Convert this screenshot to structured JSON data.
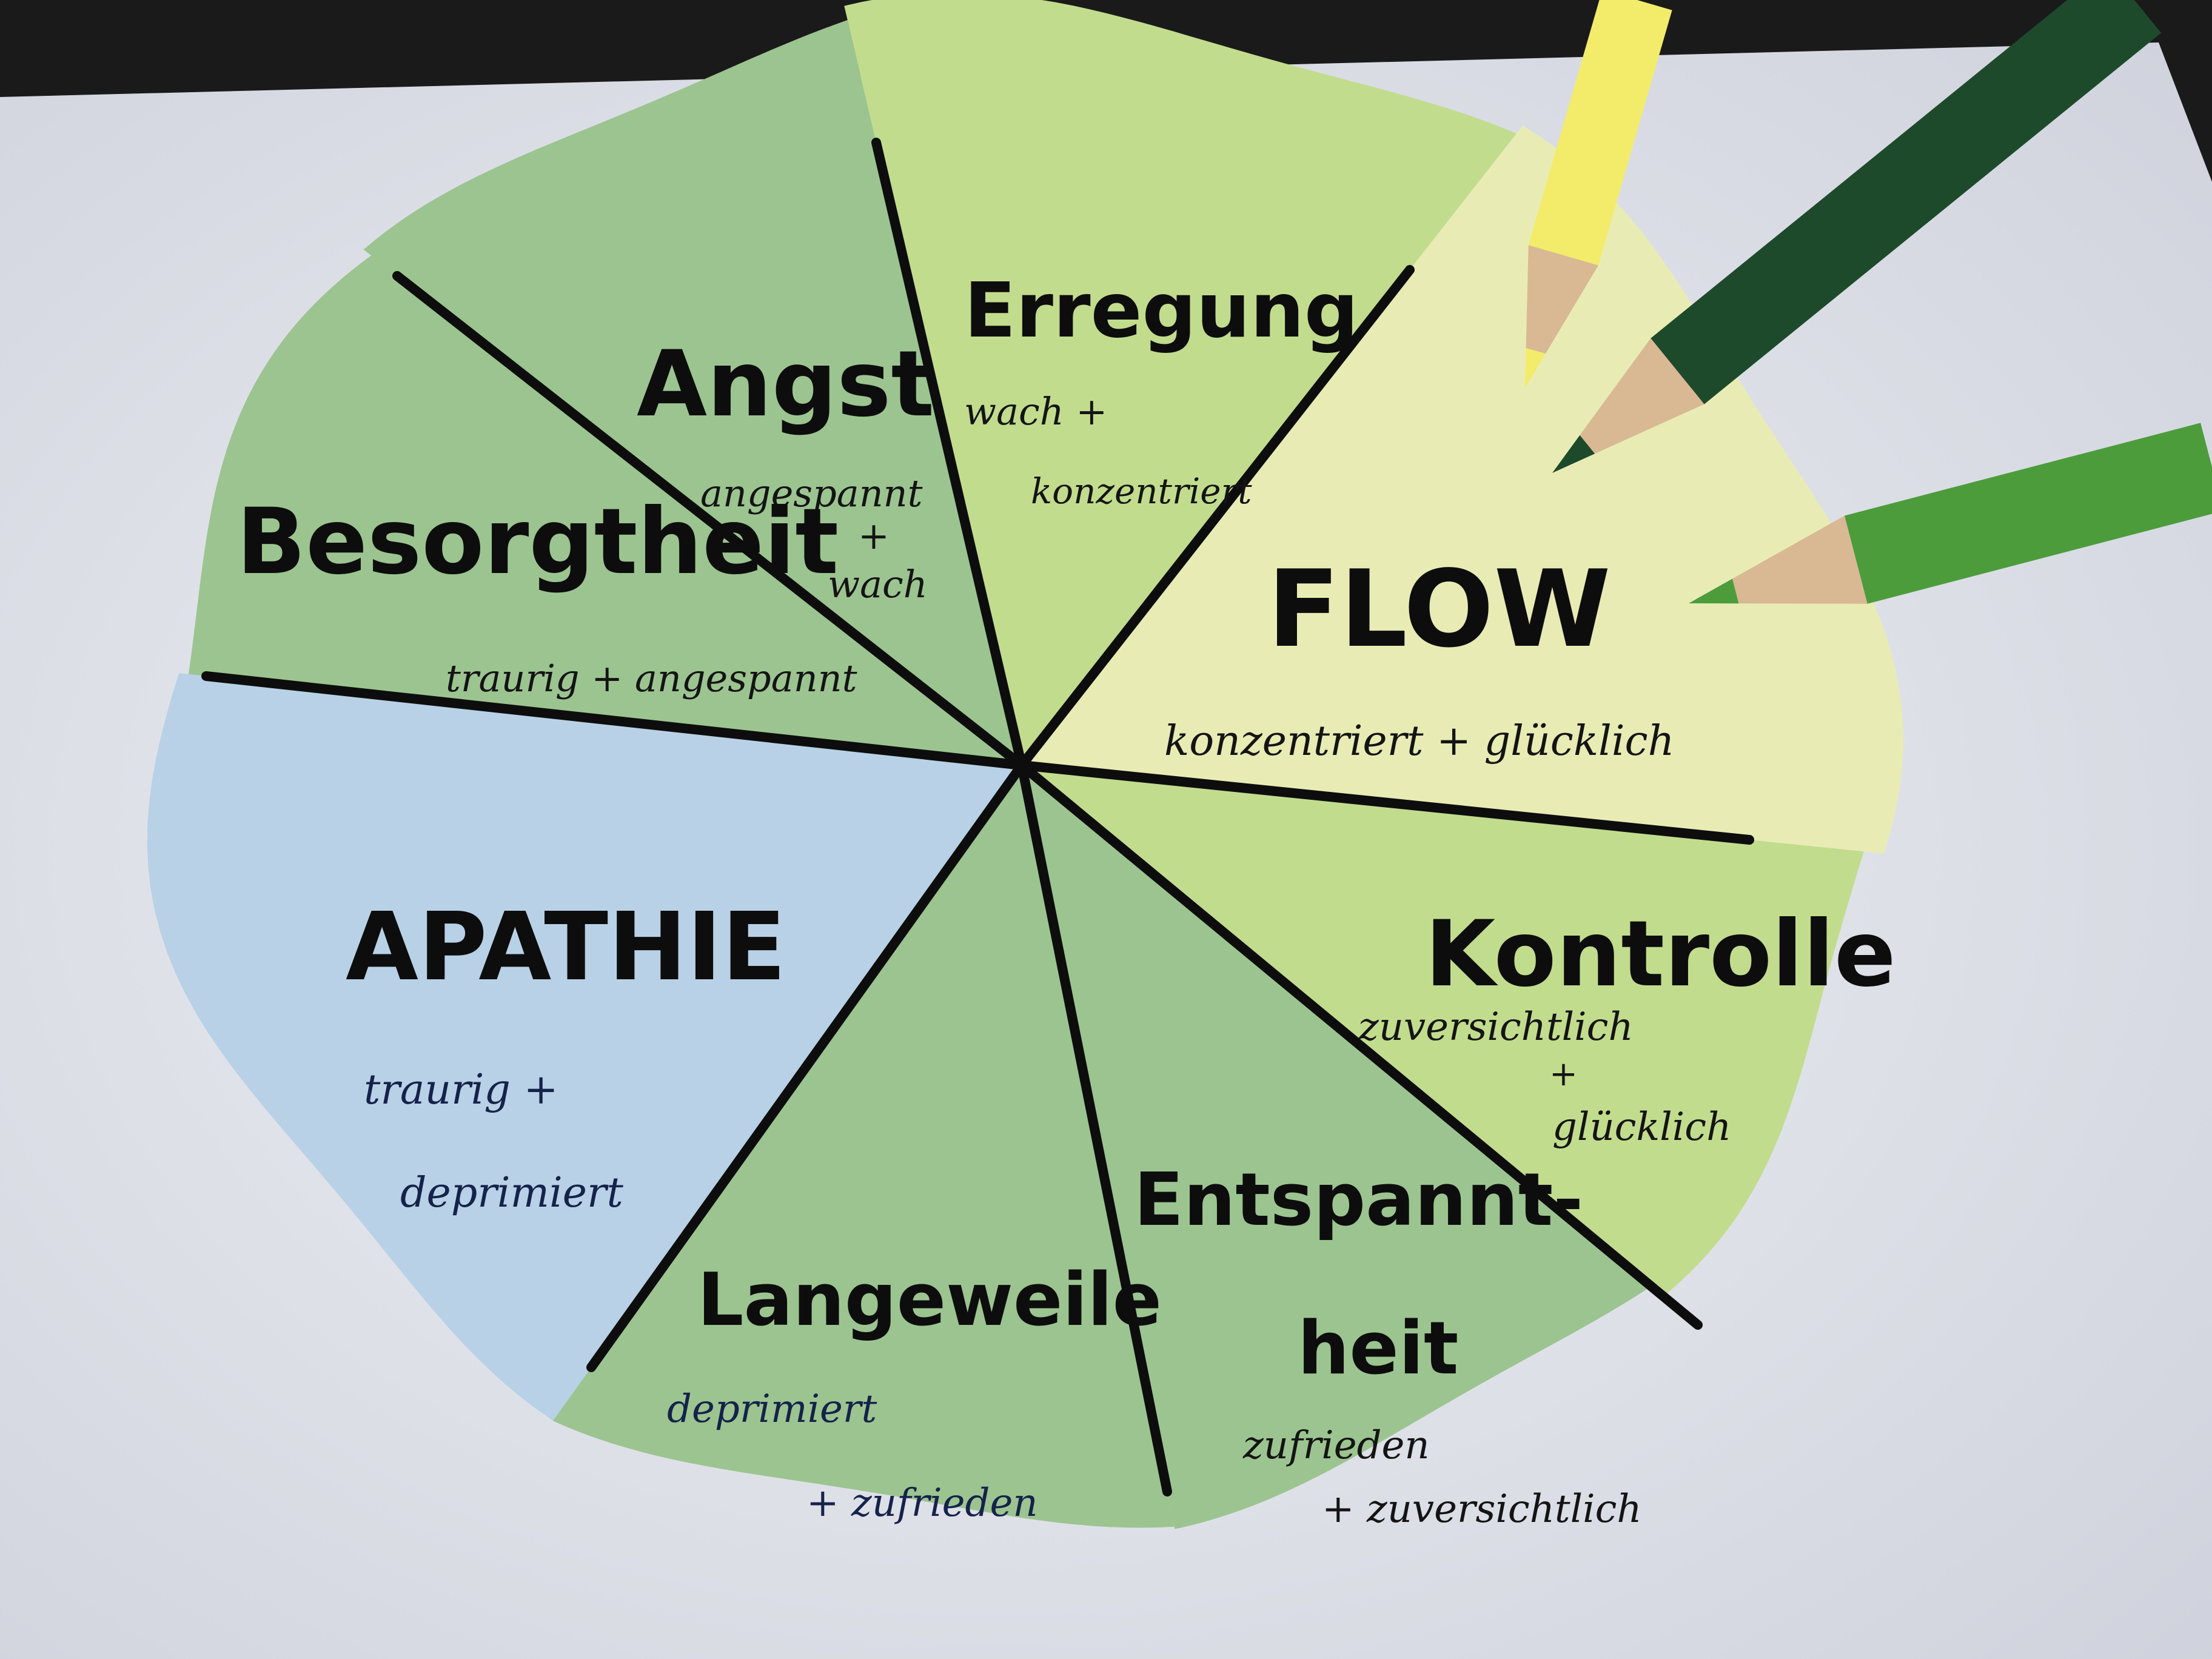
{
  "colors": {
    "table": "#1a1a1a",
    "paper": "#e9ebf2",
    "ink": "#0d0d0d",
    "ink_blue": "#15224a",
    "green_mid": "#9cc490",
    "green_light": "#c2dc8e",
    "yellow_light": "#e8ecb4",
    "blue_light": "#b8d1e6",
    "pencil_yellow": "#f2ec6a",
    "pencil_dark_green": "#1e4a2c",
    "pencil_green": "#4c9c3c",
    "pencil_wood": "#d9b894"
  },
  "segments": [
    {
      "label": "Angst",
      "subtitle_lines": [
        "angespannt",
        "+",
        "wach"
      ],
      "fill": "green_mid"
    },
    {
      "label": "Erregung",
      "subtitle_lines": [
        "wach +",
        "konzentriert"
      ],
      "fill": "green_light"
    },
    {
      "label": "FLOW",
      "subtitle_lines": [
        "konzentriert + glücklich"
      ],
      "fill": "yellow_light"
    },
    {
      "label": "Kontrolle",
      "subtitle_lines": [
        "zuversichtlich",
        "+",
        "glücklich"
      ],
      "fill": "green_light"
    },
    {
      "label": "Entspannt-",
      "label_line2": "heit",
      "subtitle_lines": [
        "zufrieden",
        "+ zuversichtlich"
      ],
      "fill": "green_mid"
    },
    {
      "label": "Langeweile",
      "subtitle_lines": [
        "deprimiert",
        "+ zufrieden"
      ],
      "fill": "green_mid"
    },
    {
      "label": "APATHIE",
      "subtitle_lines": [
        "traurig +",
        "deprimiert"
      ],
      "fill": "blue_light"
    },
    {
      "label": "Besorgtheit",
      "subtitle_lines": [
        "traurig + angespannt"
      ],
      "fill": "green_mid"
    }
  ],
  "pencils": [
    {
      "name": "yellow-pencil",
      "color": "pencil_yellow"
    },
    {
      "name": "dark-green-pencil",
      "color": "pencil_dark_green"
    },
    {
      "name": "green-pencil",
      "color": "pencil_green"
    }
  ]
}
